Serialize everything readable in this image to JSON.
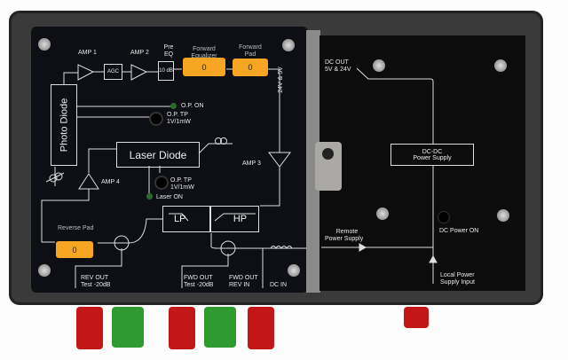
{
  "left_panel": {
    "amp1": "AMP 1",
    "agc": "AGC",
    "amp2": "AMP 2",
    "pre_eq": "Pre EQ",
    "pre_eq_value": "10 dB",
    "forward_equalizer_label": "Forward Equalizer",
    "forward_equalizer_value": "0",
    "forward_pad_label": "Forward Pad",
    "forward_pad_value": "0",
    "supply_label": "24V & 5V",
    "photo_diode": "Photo Diode",
    "op_on": "O.P. ON",
    "op_tp_1": "O.P. TP 1V/1mW",
    "laser_diode": "Laser Diode",
    "amp3": "AMP 3",
    "amp4": "AMP 4",
    "op_tp_2": "O.P. TP 1V/1mW",
    "laser_on": "Laser ON",
    "lp": "LP",
    "hp": "HP",
    "reverse_pad_label": "Reverse Pad",
    "reverse_pad_value": "0",
    "rev_out": "REV OUT",
    "rev_out_test": "Test -20dB",
    "fwd_out": "FWD OUT",
    "fwd_out_test": "Test -20dB",
    "fwd_out_rev_in_1": "FWD OUT",
    "fwd_out_rev_in_2": "REV IN",
    "dc_in": "DC IN"
  },
  "right_panel": {
    "dc_out_1": "DC OUT",
    "dc_out_2": "5V & 24V",
    "dcdc_1": "DC-DC",
    "dcdc_2": "Power Supply",
    "remote_1": "Remote",
    "remote_2": "Power Supply",
    "dc_power_on": "DC Power ON",
    "local_1": "Local Power",
    "local_2": "Supply Input"
  },
  "colors": {
    "button": "#f6a623",
    "panel": "#0d0f14",
    "connector_red": "#c41818",
    "connector_green": "#2f9a2f"
  }
}
